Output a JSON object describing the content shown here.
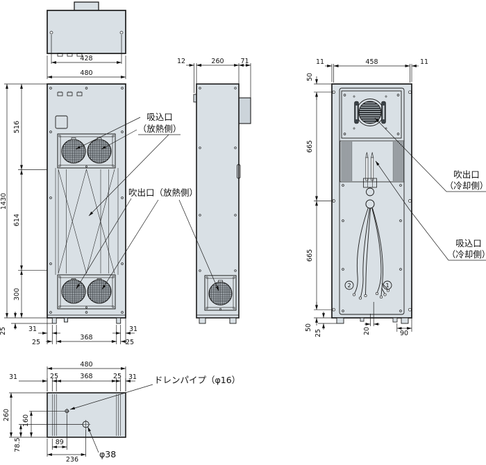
{
  "colors": {
    "body_fill": "#d9e0e5",
    "duct_fill": "#ccd4da",
    "line": "#1c1c1c",
    "background": "#ffffff"
  },
  "dims": {
    "top": {
      "w428": "428"
    },
    "front": {
      "w480": "480",
      "h1430": "1430",
      "h516": "516",
      "h614": "614",
      "h300": "300",
      "foot25": "25",
      "b31l": "31",
      "b31r": "31",
      "b25l": "25",
      "b368": "368",
      "b25r": "25"
    },
    "side": {
      "d12": "12",
      "d260": "260",
      "d71": "71"
    },
    "rear": {
      "t11l": "11",
      "t458": "458",
      "t11r": "11",
      "l50t": "50",
      "l665a": "665",
      "l665b": "665",
      "l50b": "50",
      "l25": "25",
      "b20": "20",
      "b90": "90"
    },
    "bottom": {
      "w480": "480",
      "r31l": "31",
      "r25l": "25",
      "r368": "368",
      "r25r": "25",
      "r31r": "31",
      "v260": "260",
      "v160": "160",
      "v785": "78.5",
      "b89": "89",
      "b236": "236"
    }
  },
  "callouts": {
    "intake_heat_l1": "吸込口",
    "intake_heat_l2": "（放熱側）",
    "outlet_heat": "吹出口（放熱側）",
    "outlet_cool_l1": "吹出口",
    "outlet_cool_l2": "（冷却側）",
    "intake_cool_l1": "吸込口",
    "intake_cool_l2": "（冷却側）",
    "drain": "ドレンパイプ（φ16）",
    "phi38": "φ38",
    "num1": "1",
    "num2": "2"
  }
}
